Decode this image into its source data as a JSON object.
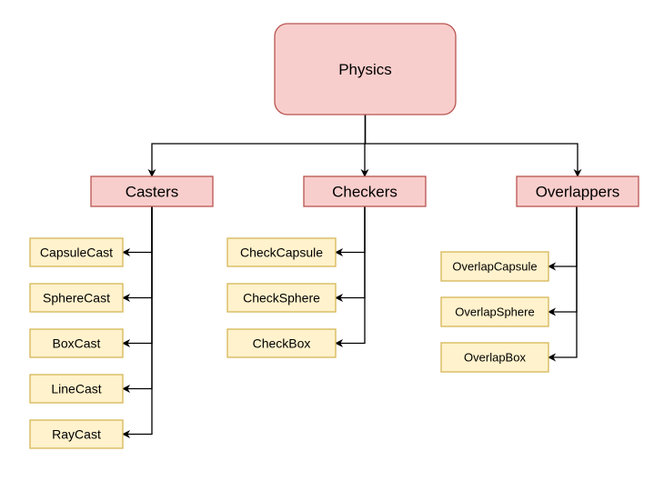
{
  "colors": {
    "root_fill": "#f8cecc",
    "root_stroke": "#b85450",
    "leaf_fill": "#fff2cc",
    "leaf_stroke": "#d6b656",
    "connector": "#000000"
  },
  "root": {
    "label": "Physics"
  },
  "categories": [
    {
      "label": "Casters",
      "items": [
        "CapsuleCast",
        "SphereCast",
        "BoxCast",
        "LineCast",
        "RayCast"
      ]
    },
    {
      "label": "Checkers",
      "items": [
        "CheckCapsule",
        "CheckSphere",
        "CheckBox"
      ]
    },
    {
      "label": "Overlappers",
      "items": [
        "OverlapCapsule",
        "OverlapSphere",
        "OverlapBox"
      ]
    }
  ]
}
